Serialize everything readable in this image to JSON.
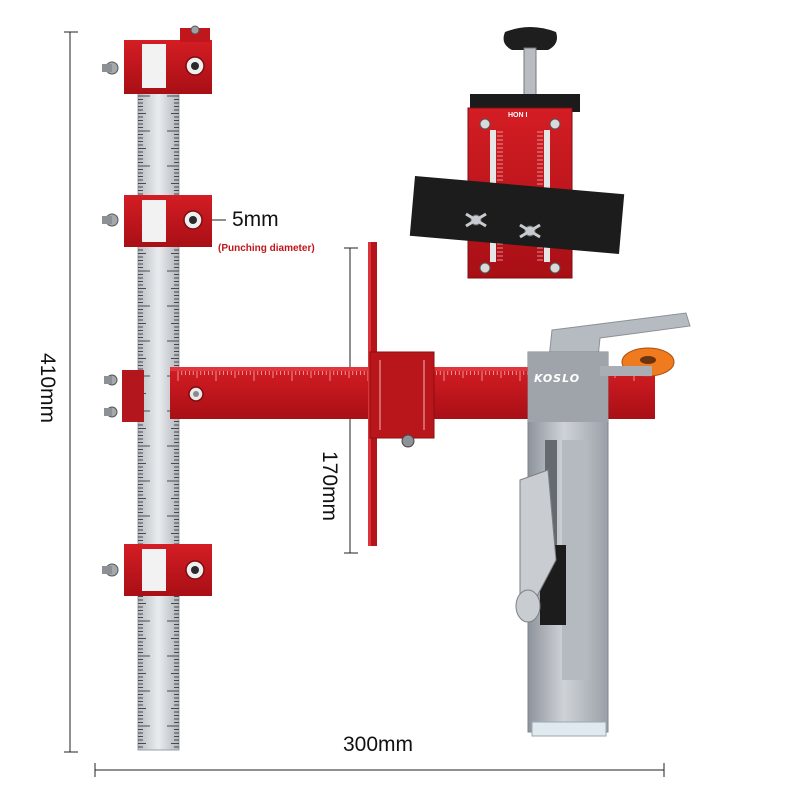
{
  "dimensions": {
    "height_label": "410mm",
    "width_label": "300mm",
    "arm_label": "170mm",
    "hole_label": "5mm",
    "hole_note": "(Punching diameter)"
  },
  "brand": "KOSLO",
  "jig_label": "HON I",
  "colors": {
    "anodized_red": "#c0151b",
    "steel": "#c8ccd1",
    "black": "#1b1b1b",
    "accent_orange": "#f07a1e"
  }
}
